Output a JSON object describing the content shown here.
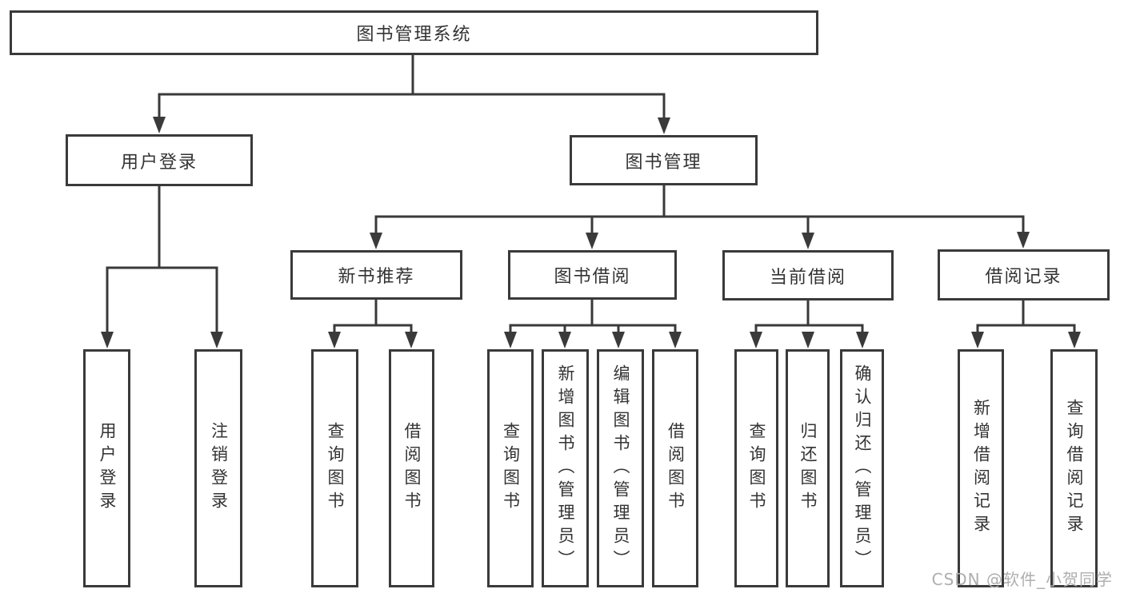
{
  "diagram": {
    "title": "图书管理系统",
    "root": {
      "label": "图书管理系统"
    },
    "level2": [
      {
        "label": "用户登录"
      },
      {
        "label": "图书管理"
      }
    ],
    "level3": [
      {
        "label": "新书推荐",
        "parent": "图书管理"
      },
      {
        "label": "图书借阅",
        "parent": "图书管理"
      },
      {
        "label": "当前借阅",
        "parent": "图书管理"
      },
      {
        "label": "借阅记录",
        "parent": "图书管理"
      }
    ],
    "leaves": [
      {
        "label": "用户登录",
        "parent": "用户登录"
      },
      {
        "label": "注销登录",
        "parent": "用户登录"
      },
      {
        "label": "查询图书",
        "parent": "新书推荐"
      },
      {
        "label": "借阅图书",
        "parent": "新书推荐"
      },
      {
        "label": "查询图书",
        "parent": "图书借阅"
      },
      {
        "label": "新增图书（管理员）",
        "parent": "图书借阅"
      },
      {
        "label": "编辑图书（管理员）",
        "parent": "图书借阅"
      },
      {
        "label": "借阅图书",
        "parent": "图书借阅"
      },
      {
        "label": "查询图书",
        "parent": "当前借阅"
      },
      {
        "label": "归还图书",
        "parent": "当前借阅"
      },
      {
        "label": "确认归还（管理员）",
        "parent": "当前借阅"
      },
      {
        "label": "新增借阅记录",
        "parent": "借阅记录"
      },
      {
        "label": "查询借阅记录",
        "parent": "借阅记录"
      }
    ]
  },
  "watermark": {
    "text": "CSDN @软件_小贺同学",
    "color": "#aeaeae"
  },
  "colors": {
    "line": "#3a3a3a",
    "text": "#333333",
    "background": "#ffffff"
  }
}
